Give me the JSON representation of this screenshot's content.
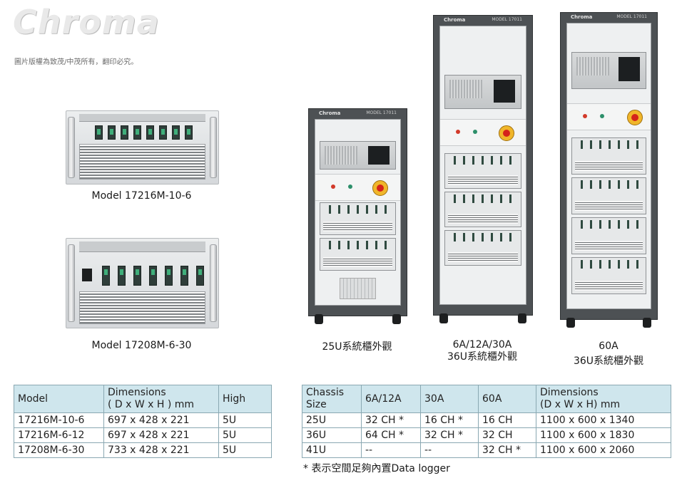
{
  "brand": {
    "logo": "Chroma",
    "copyright": "圖片版權為致茂/中茂所有，翻印必究。"
  },
  "products": [
    {
      "caption": "Model 17216M-10-6"
    },
    {
      "caption": "Model 17208M-6-30"
    }
  ],
  "cabinets": [
    {
      "caption_line1": "25U系統櫃外觀",
      "caption_line2": ""
    },
    {
      "caption_line1": "6A/12A/30A",
      "caption_line2": "36U系統櫃外觀"
    },
    {
      "caption_line1": "60A",
      "caption_line2": "36U系統櫃外觀"
    }
  ],
  "table_models": {
    "headers": [
      "Model",
      "Dimensions\n( D x W x H ) mm",
      "High"
    ],
    "rows": [
      [
        "17216M-10-6",
        "697 x 428 x 221",
        "5U"
      ],
      [
        "17216M-6-12",
        "697 x 428 x 221",
        "5U"
      ],
      [
        "17208M-6-30",
        "733 x 428 x 221",
        "5U"
      ]
    ]
  },
  "table_chassis": {
    "headers": [
      "Chassis\nSize",
      "6A/12A",
      "30A",
      "60A",
      "Dimensions\n(D x W x H) mm"
    ],
    "rows": [
      [
        "25U",
        "32 CH *",
        "16 CH *",
        "16 CH",
        "1100 x 600 x 1340"
      ],
      [
        "36U",
        "64 CH *",
        "32 CH *",
        "32 CH",
        "1100 x 600 x 1830"
      ],
      [
        "41U",
        "--",
        "--",
        "32 CH *",
        "1100 x 600 x 2060"
      ]
    ]
  },
  "footnote": "* 表示空間足夠內置Data logger",
  "colors": {
    "table_header": "#cfe6ed",
    "table_border": "#8aa8b2"
  }
}
